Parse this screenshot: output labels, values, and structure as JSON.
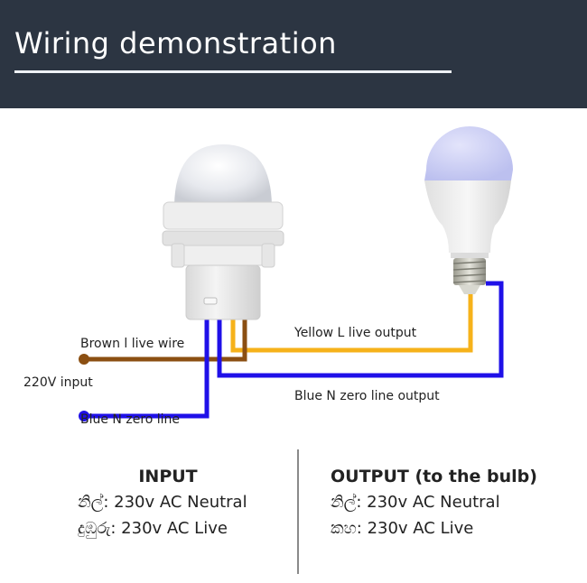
{
  "header": {
    "title": "Wiring demonstration"
  },
  "diagram": {
    "components": {
      "sensor": "pir-motion-sensor",
      "bulb": "led-bulb"
    },
    "labels": {
      "brown_live": "Brown l live wire",
      "input_220v": "220V input",
      "blue_zero": "Blue N zero line",
      "yellow_output": "Yellow L live output",
      "blue_output": "Blue N zero line output"
    },
    "wire_colors": {
      "brown": "#8b4f12",
      "blue": "#1f10e8",
      "yellow": "#f6b21a"
    }
  },
  "legend": {
    "input": {
      "title": "INPUT",
      "lines": [
        "නිල්: 230v AC Neutral",
        "දුඹුරු: 230v AC Live"
      ]
    },
    "output": {
      "title": "OUTPUT (to the bulb)",
      "lines": [
        "නිල්: 230v AC Neutral",
        "කහ: 230v AC Live"
      ]
    }
  }
}
